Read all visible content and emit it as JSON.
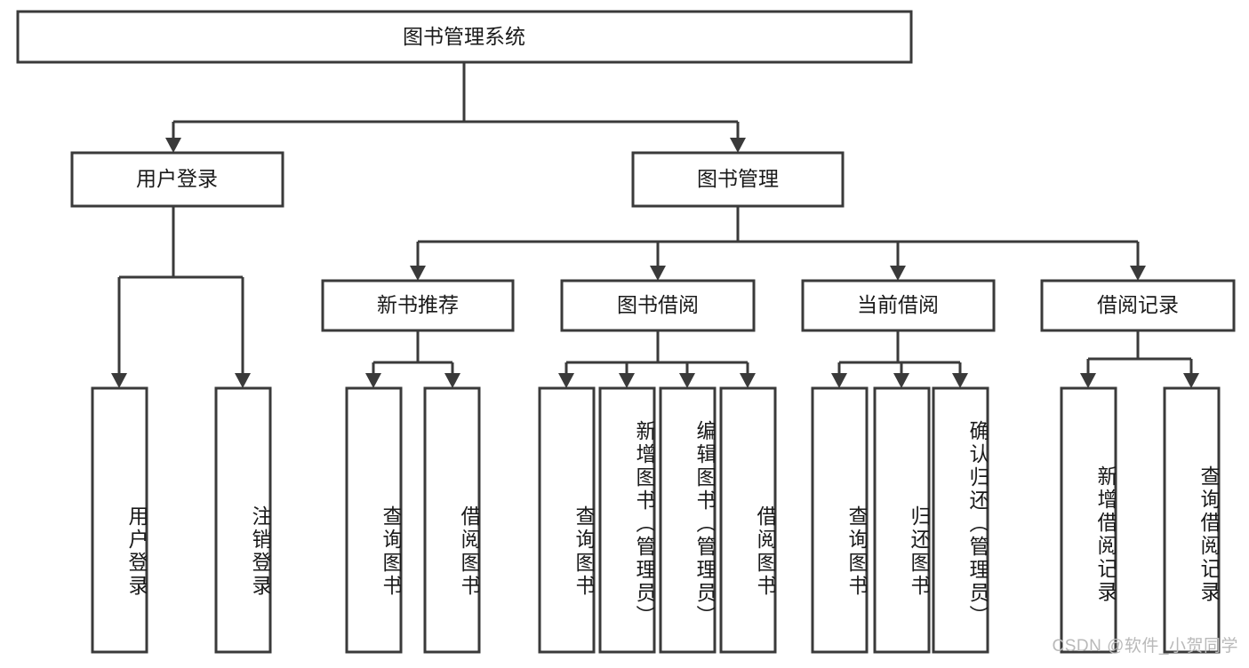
{
  "diagram": {
    "type": "tree-hierarchy",
    "title": "图书管理系统",
    "orientation": "top-down",
    "colors": {
      "box_stroke": "#3a3a3a",
      "box_fill": "#ffffff",
      "text": "#1a1a1a",
      "background": "#ffffff",
      "watermark": "#b9b9b9"
    },
    "root": {
      "label": "图书管理系统"
    },
    "level2": [
      {
        "label": "用户登录"
      },
      {
        "label": "图书管理"
      }
    ],
    "level3": [
      {
        "label": "新书推荐"
      },
      {
        "label": "图书借阅"
      },
      {
        "label": "当前借阅"
      },
      {
        "label": "借阅记录"
      }
    ],
    "leaves": {
      "user_login": [
        {
          "label": "用户登录"
        },
        {
          "label": "注销登录"
        }
      ],
      "new_book_recommend": [
        {
          "label": "查询图书"
        },
        {
          "label": "借阅图书"
        }
      ],
      "book_borrow": [
        {
          "label": "查询图书"
        },
        {
          "label": "新增图书（管理员）"
        },
        {
          "label": "编辑图书（管理员）"
        },
        {
          "label": "借阅图书"
        }
      ],
      "current_borrow": [
        {
          "label": "查询图书"
        },
        {
          "label": "归还图书"
        },
        {
          "label": "确认归还（管理员）"
        }
      ],
      "borrow_record": [
        {
          "label": "新增借阅记录"
        },
        {
          "label": "查询借阅记录"
        }
      ]
    }
  },
  "watermark": {
    "text": "CSDN @软件_小贺同学"
  }
}
